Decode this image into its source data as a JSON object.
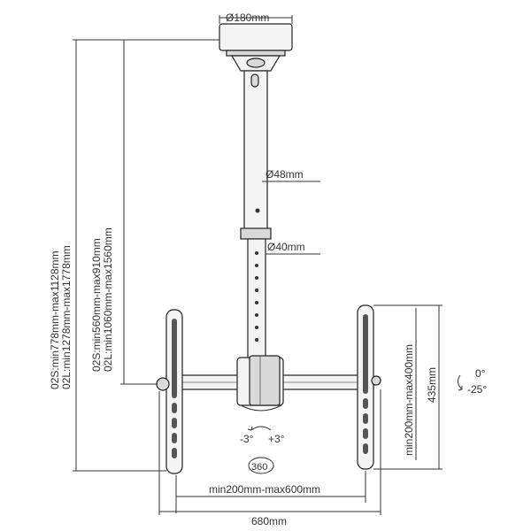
{
  "dimensions": {
    "plate_diameter": "Ø180mm",
    "upper_pole_diameter": "Ø48mm",
    "lower_pole_diameter": "Ø40mm",
    "total_height_02s": "02S:min778mm-max1128mm",
    "total_height_02l": "02L:min1278mm-max1778mm",
    "pole_length_02s": "02S:min560mm-max910mm",
    "pole_length_02l": "02L:min1060mm-max1560mm",
    "vesa_vertical": "min200mm-max400mm",
    "bracket_height": "435mm",
    "vesa_horizontal": "min200mm-max600mm",
    "total_width": "680mm"
  },
  "tilt": {
    "top": "0°",
    "bottom": "-25°"
  },
  "swivel": {
    "left": "-3°",
    "right": "+3°",
    "rotation": "360"
  }
}
